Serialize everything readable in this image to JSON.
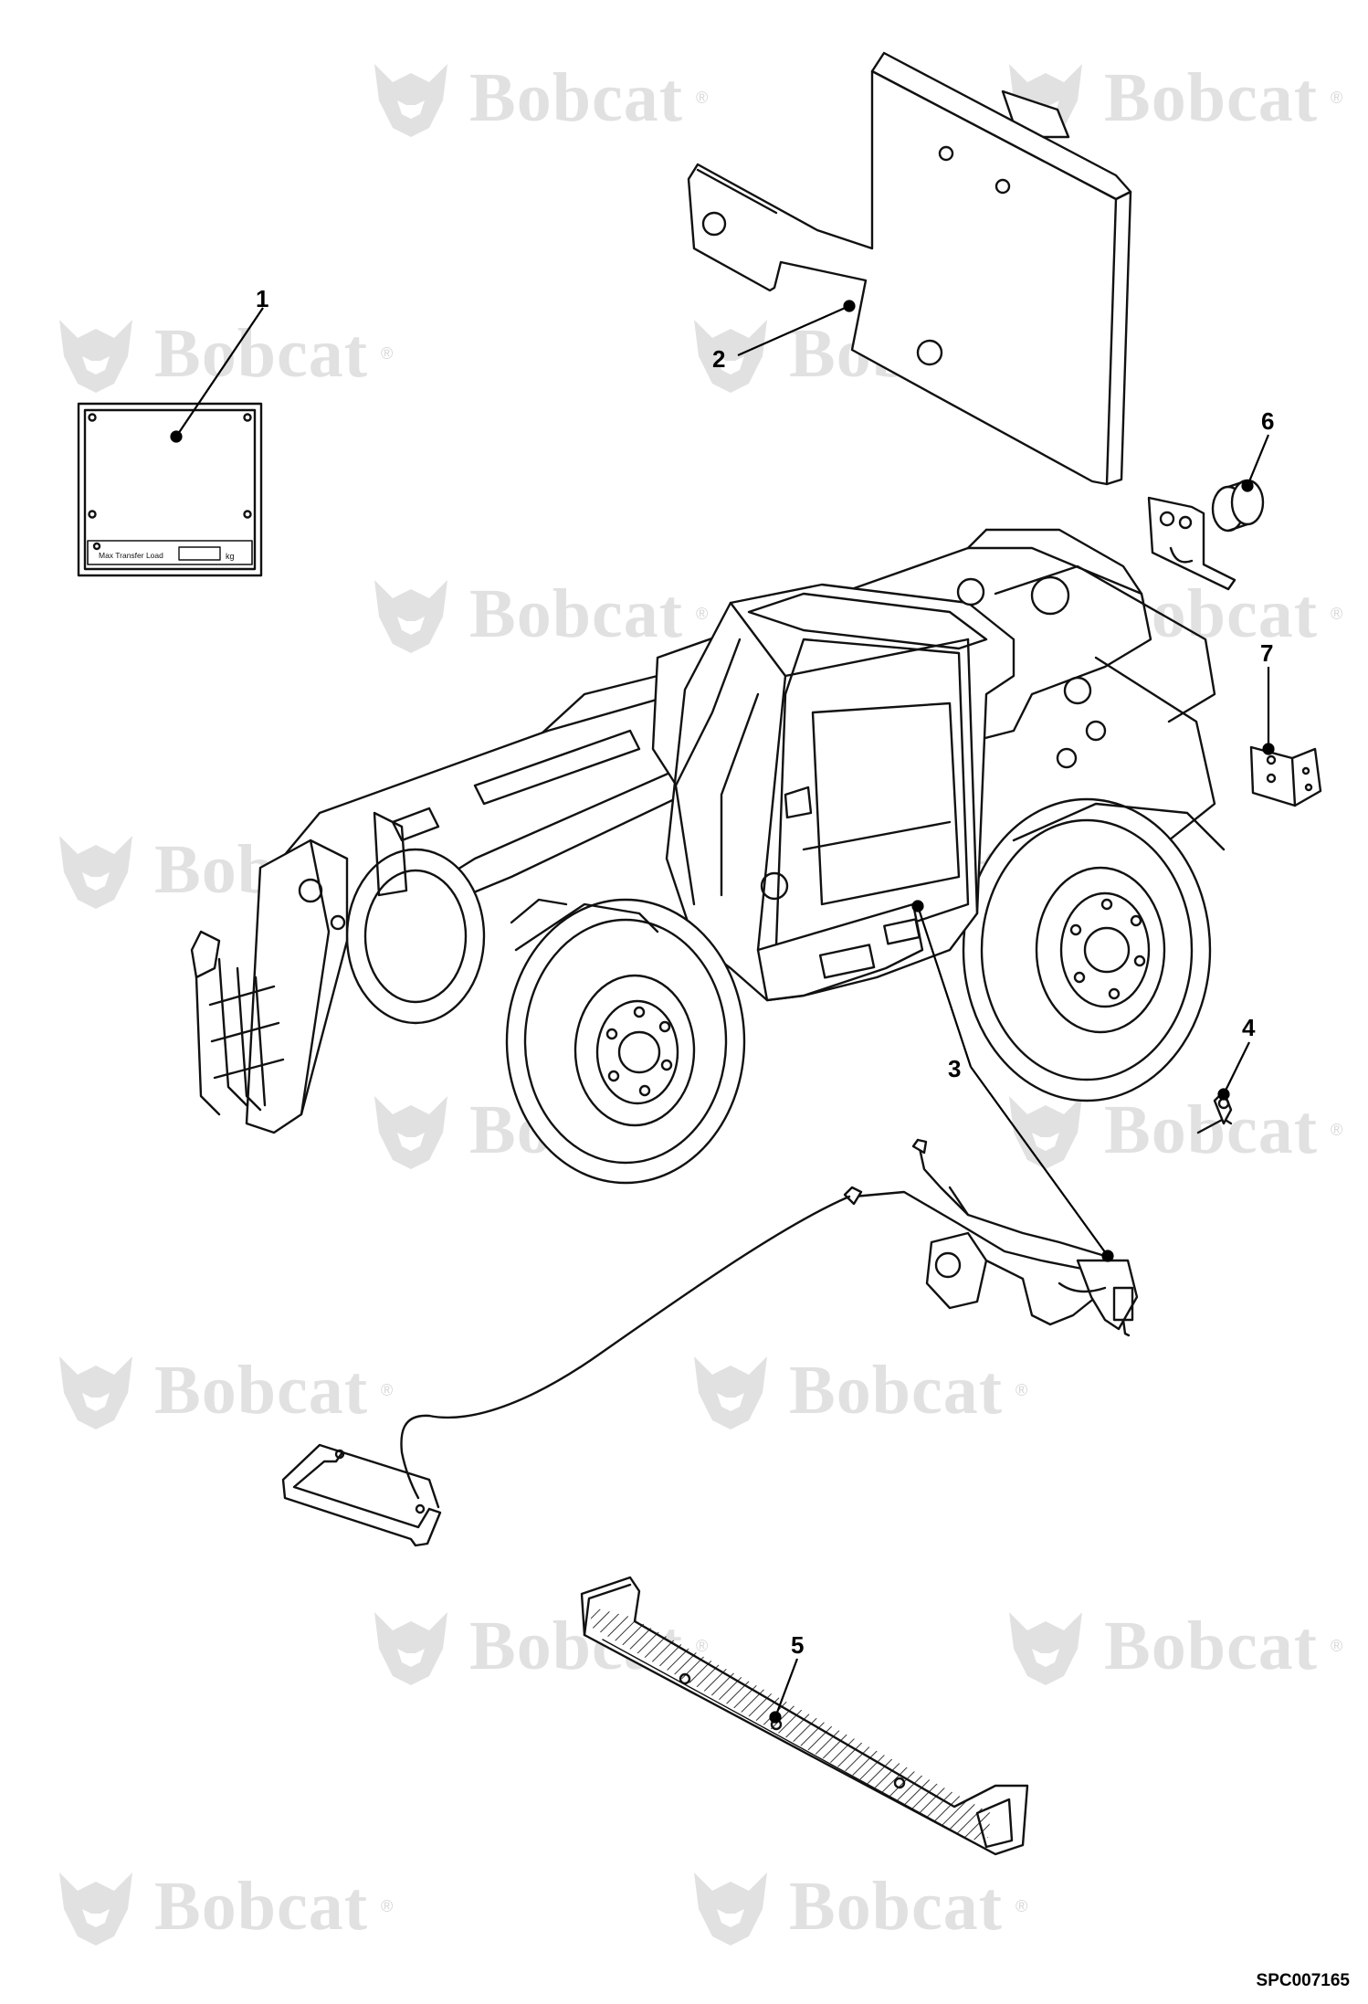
{
  "watermark": {
    "brand": "Bobcat",
    "mark": "®"
  },
  "callouts": [
    "1",
    "2",
    "3",
    "4",
    "5",
    "6",
    "7"
  ],
  "decal": {
    "field_label": "Max Transfer Load",
    "unit": "kg"
  },
  "drawing_id": "SPC007165"
}
